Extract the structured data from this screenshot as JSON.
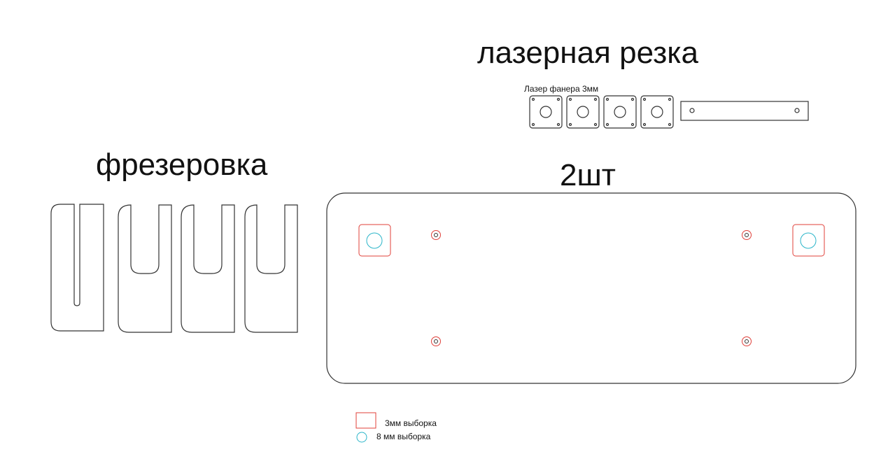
{
  "titles": {
    "laser_cutting": "лазерная резка",
    "laser_plywood": "Лазер фанера 3мм",
    "milling": "фрезеровка",
    "quantity": "2шт"
  },
  "legend": {
    "items": [
      {
        "label": "3мм выборка",
        "color": "#e0403a",
        "shape": "square"
      },
      {
        "label": "8 мм выборка",
        "color": "#2bb5c9",
        "shape": "circle"
      }
    ]
  },
  "colors": {
    "outline": "#333333",
    "pocket_3mm": "#e0403a",
    "pocket_8mm": "#2bb5c9"
  }
}
